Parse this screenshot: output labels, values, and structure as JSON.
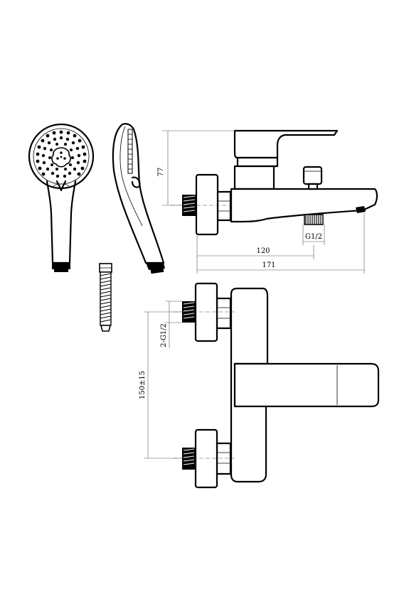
{
  "dimensions": {
    "height_valve": "77",
    "outlet_thread": "G1/2",
    "spout_reach": "120",
    "overall_length": "171",
    "inlet_thread": "2-G1/2",
    "inlet_spacing": "150±15"
  }
}
